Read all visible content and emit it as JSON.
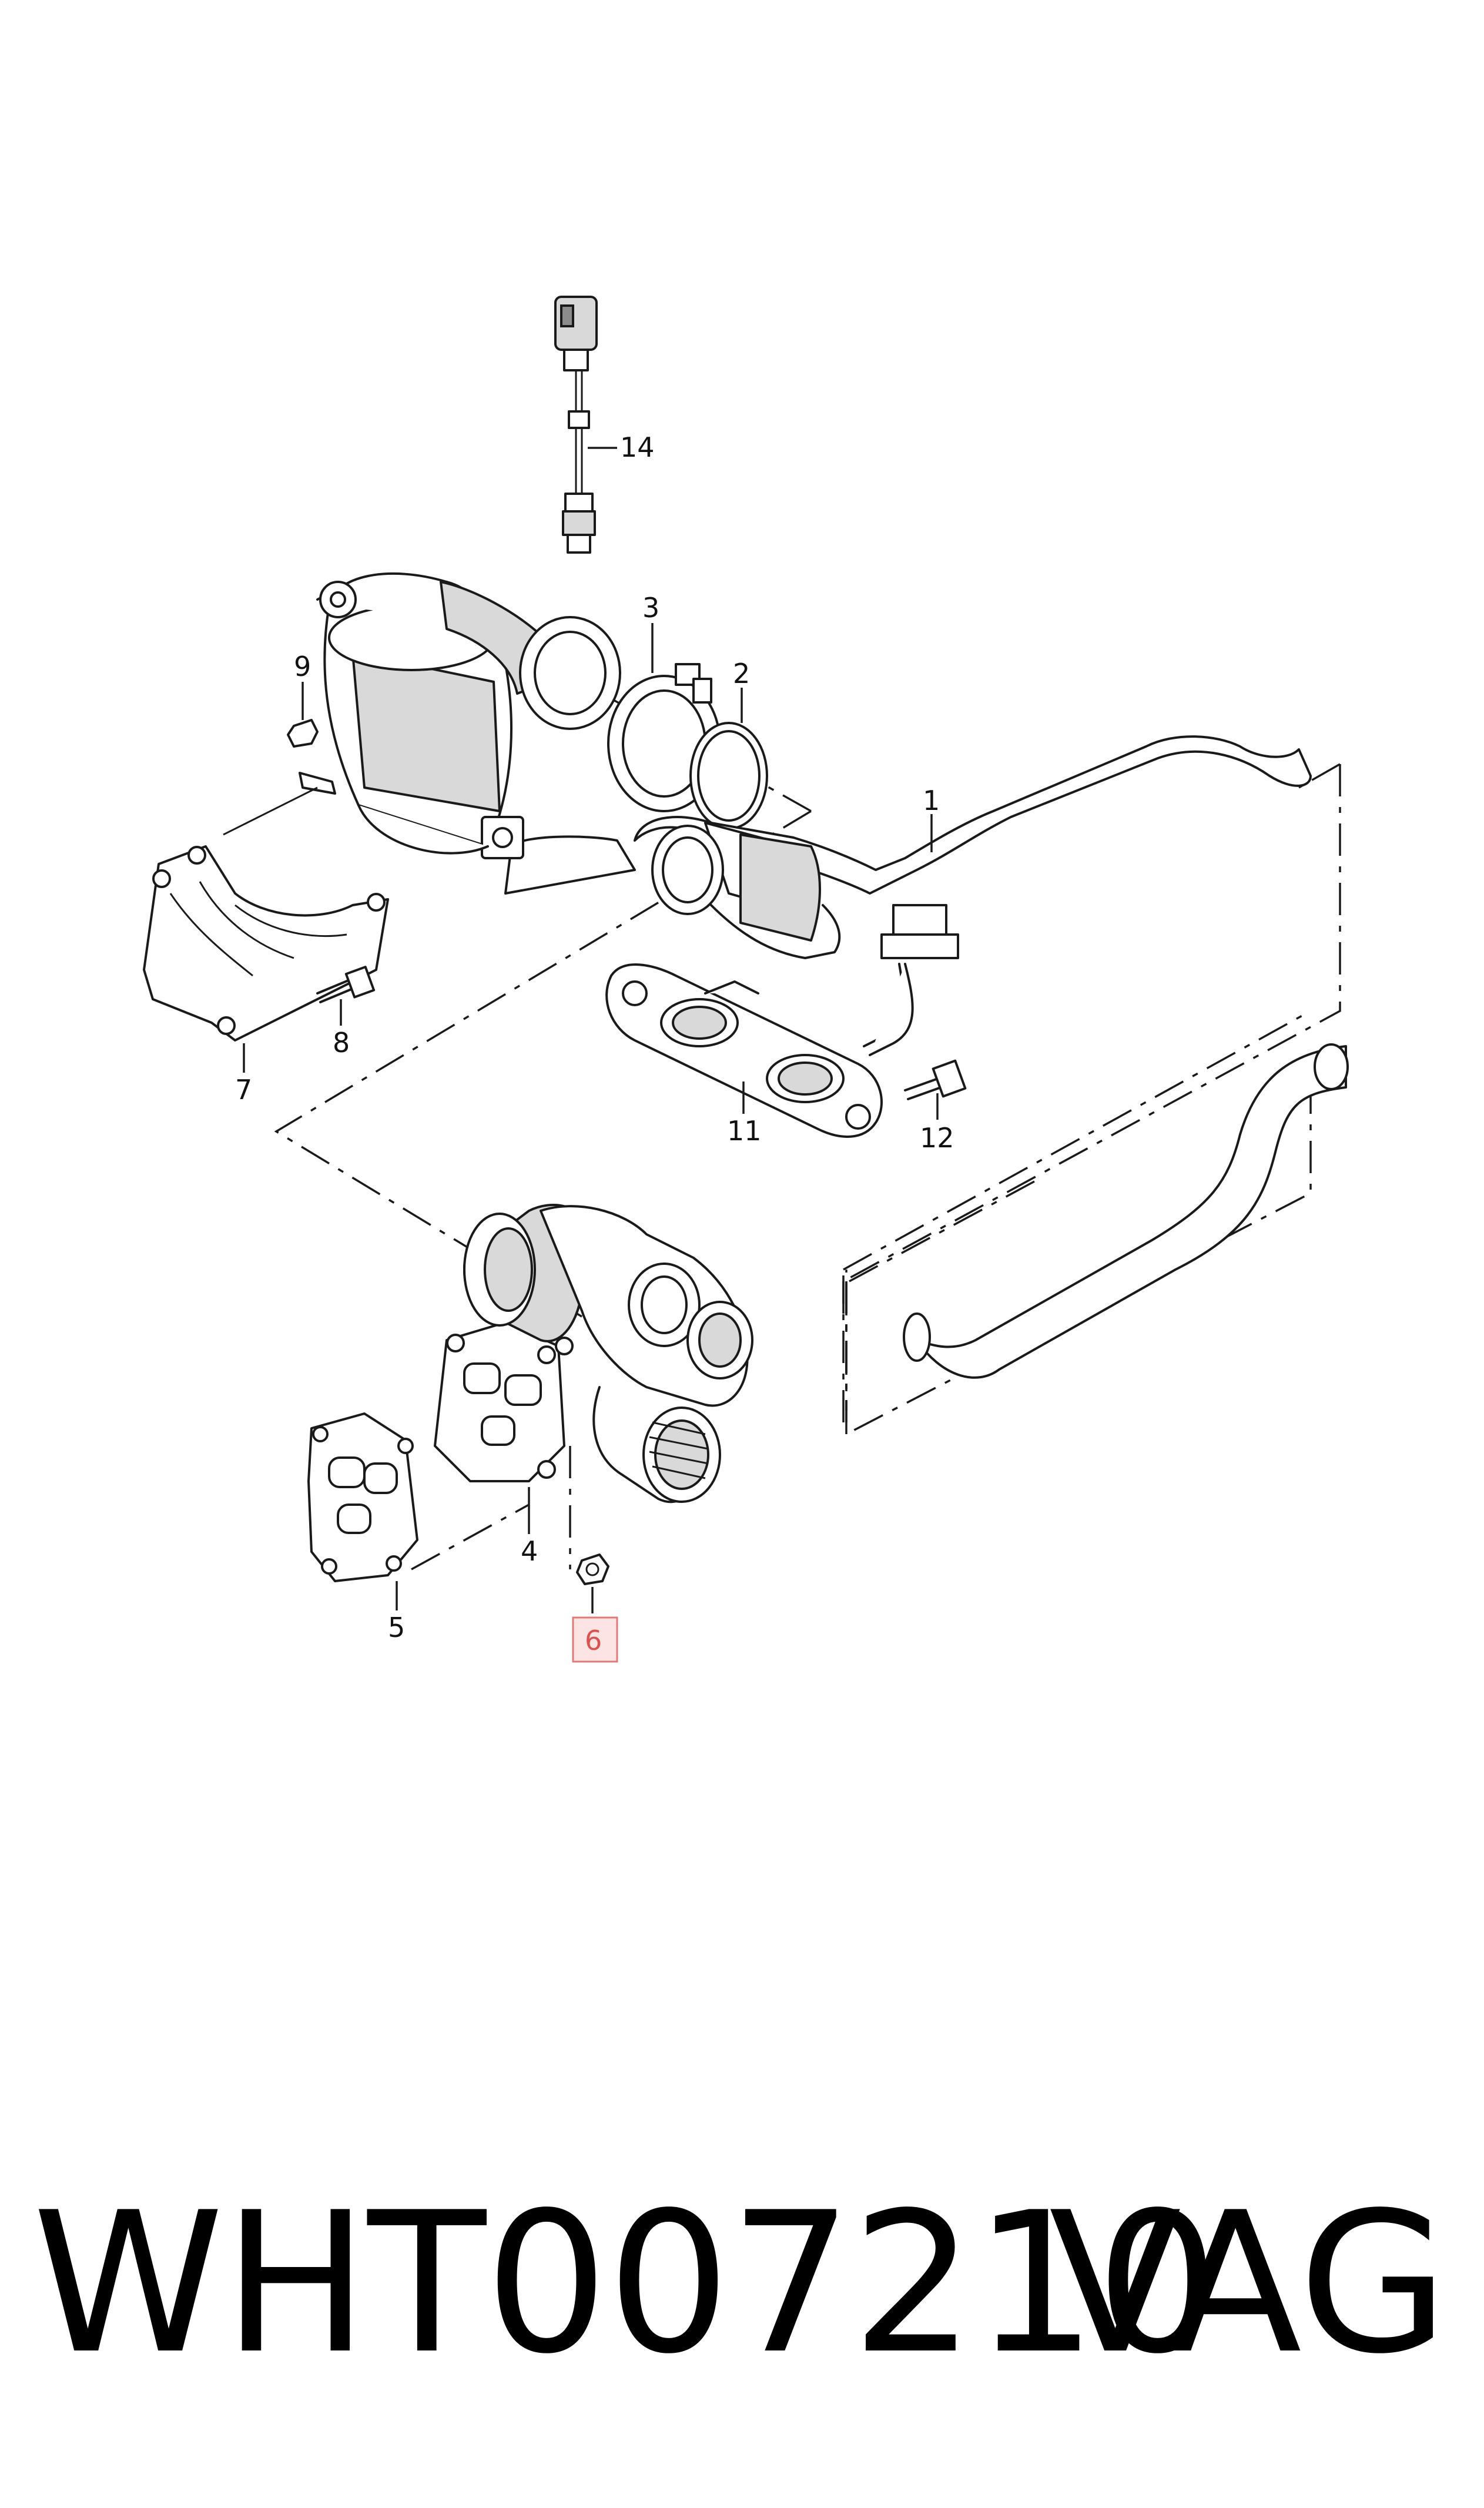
{
  "diagram": {
    "callouts": [
      {
        "id": "1",
        "label": "1"
      },
      {
        "id": "2",
        "label": "2"
      },
      {
        "id": "3",
        "label": "3"
      },
      {
        "id": "4",
        "label": "4"
      },
      {
        "id": "5",
        "label": "5"
      },
      {
        "id": "6",
        "label": "6",
        "highlighted": true
      },
      {
        "id": "7",
        "label": "7"
      },
      {
        "id": "8",
        "label": "8"
      },
      {
        "id": "9",
        "label": "9"
      },
      {
        "id": "11",
        "label": "11"
      },
      {
        "id": "12",
        "label": "12"
      },
      {
        "id": "14",
        "label": "14"
      }
    ],
    "highlight_color": "#e07a7a"
  },
  "footer": {
    "part_number": "WHT007210",
    "brand": "VAG"
  }
}
